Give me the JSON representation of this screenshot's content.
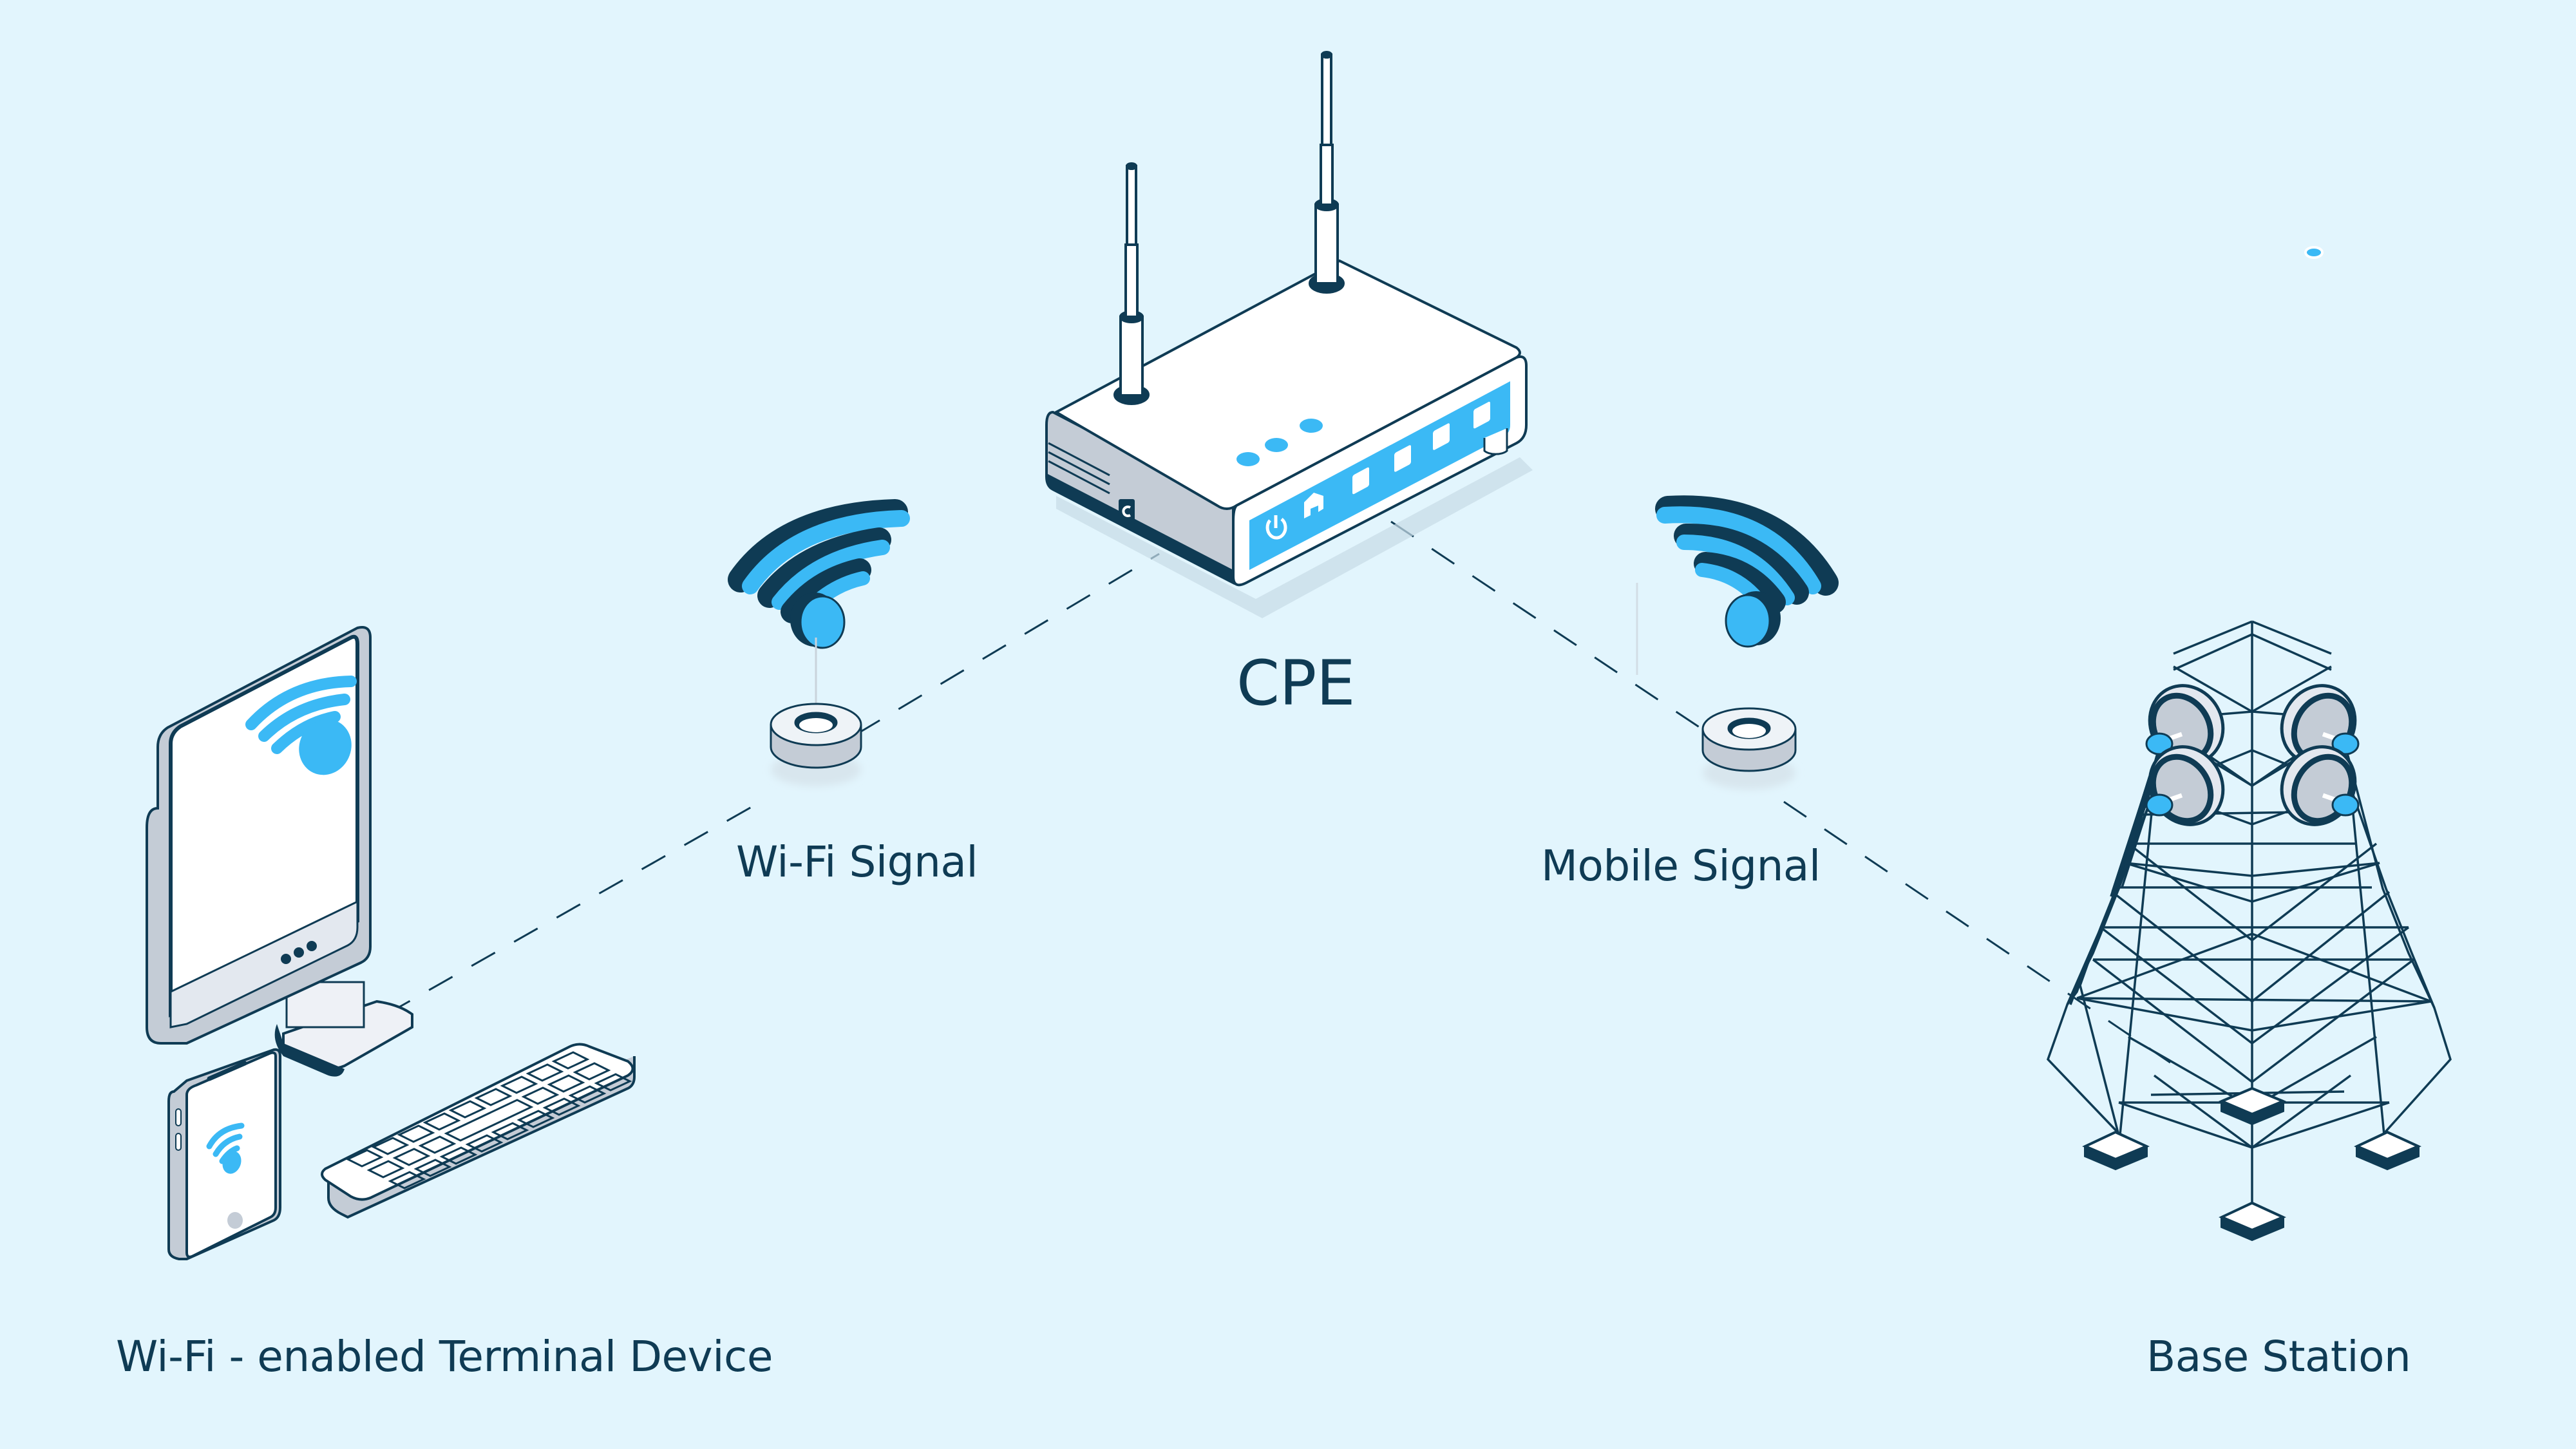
{
  "diagram": {
    "title": "CPE network connectivity",
    "nodes": {
      "cpe": {
        "label": "CPE"
      },
      "wifi_signal": {
        "label": "Wi-Fi Signal"
      },
      "mobile_signal": {
        "label": "Mobile Signal"
      },
      "terminal": {
        "label": "Wi-Fi - enabled Terminal Device"
      },
      "base_station": {
        "label": "Base Station"
      }
    },
    "connections": [
      {
        "from": "terminal",
        "to": "wifi_signal",
        "style": "dashed"
      },
      {
        "from": "wifi_signal",
        "to": "cpe",
        "style": "dashed"
      },
      {
        "from": "cpe",
        "to": "mobile_signal",
        "style": "dashed"
      },
      {
        "from": "mobile_signal",
        "to": "base_station",
        "style": "dashed"
      }
    ],
    "router_panel_icons": [
      "power-icon",
      "home-icon",
      "ethernet-port-icon",
      "ethernet-port-icon",
      "ethernet-port-icon",
      "ethernet-port-icon"
    ],
    "colors": {
      "background": "#e2f5fd",
      "accent": "#3bb9f5",
      "outline": "#0f3b54",
      "device_gray": "#c4ccd6",
      "device_white": "#ffffff"
    }
  }
}
